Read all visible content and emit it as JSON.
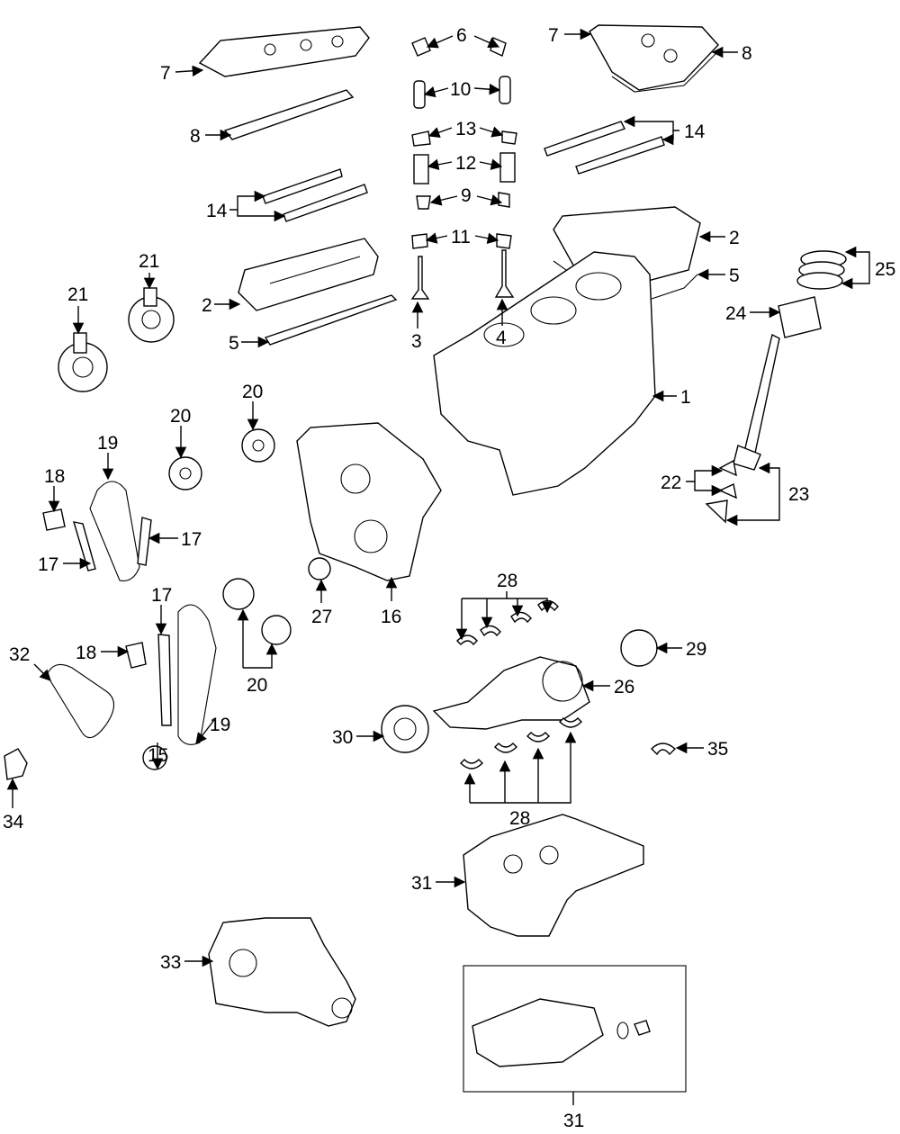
{
  "callouts": [
    {
      "id": "c1",
      "text": "1"
    },
    {
      "id": "c2a",
      "text": "2"
    },
    {
      "id": "c2b",
      "text": "2"
    },
    {
      "id": "c3",
      "text": "3"
    },
    {
      "id": "c4",
      "text": "4"
    },
    {
      "id": "c5a",
      "text": "5"
    },
    {
      "id": "c5b",
      "text": "5"
    },
    {
      "id": "c6",
      "text": "6"
    },
    {
      "id": "c7a",
      "text": "7"
    },
    {
      "id": "c7b",
      "text": "7"
    },
    {
      "id": "c8a",
      "text": "8"
    },
    {
      "id": "c8b",
      "text": "8"
    },
    {
      "id": "c9",
      "text": "9"
    },
    {
      "id": "c10",
      "text": "10"
    },
    {
      "id": "c11",
      "text": "11"
    },
    {
      "id": "c12",
      "text": "12"
    },
    {
      "id": "c13",
      "text": "13"
    },
    {
      "id": "c14a",
      "text": "14"
    },
    {
      "id": "c14b",
      "text": "14"
    },
    {
      "id": "c15",
      "text": "15"
    },
    {
      "id": "c16",
      "text": "16"
    },
    {
      "id": "c17a",
      "text": "17"
    },
    {
      "id": "c17b",
      "text": "17"
    },
    {
      "id": "c17c",
      "text": "17"
    },
    {
      "id": "c18a",
      "text": "18"
    },
    {
      "id": "c18b",
      "text": "18"
    },
    {
      "id": "c19a",
      "text": "19"
    },
    {
      "id": "c19b",
      "text": "19"
    },
    {
      "id": "c20a",
      "text": "20"
    },
    {
      "id": "c20b",
      "text": "20"
    },
    {
      "id": "c20c",
      "text": "20"
    },
    {
      "id": "c21a",
      "text": "21"
    },
    {
      "id": "c21b",
      "text": "21"
    },
    {
      "id": "c22",
      "text": "22"
    },
    {
      "id": "c23",
      "text": "23"
    },
    {
      "id": "c24",
      "text": "24"
    },
    {
      "id": "c25",
      "text": "25"
    },
    {
      "id": "c26",
      "text": "26"
    },
    {
      "id": "c27",
      "text": "27"
    },
    {
      "id": "c28a",
      "text": "28"
    },
    {
      "id": "c28b",
      "text": "28"
    },
    {
      "id": "c29",
      "text": "29"
    },
    {
      "id": "c30",
      "text": "30"
    },
    {
      "id": "c31a",
      "text": "31"
    },
    {
      "id": "c31b",
      "text": "31"
    },
    {
      "id": "c32",
      "text": "32"
    },
    {
      "id": "c33",
      "text": "33"
    },
    {
      "id": "c34",
      "text": "34"
    },
    {
      "id": "c35",
      "text": "35"
    }
  ]
}
